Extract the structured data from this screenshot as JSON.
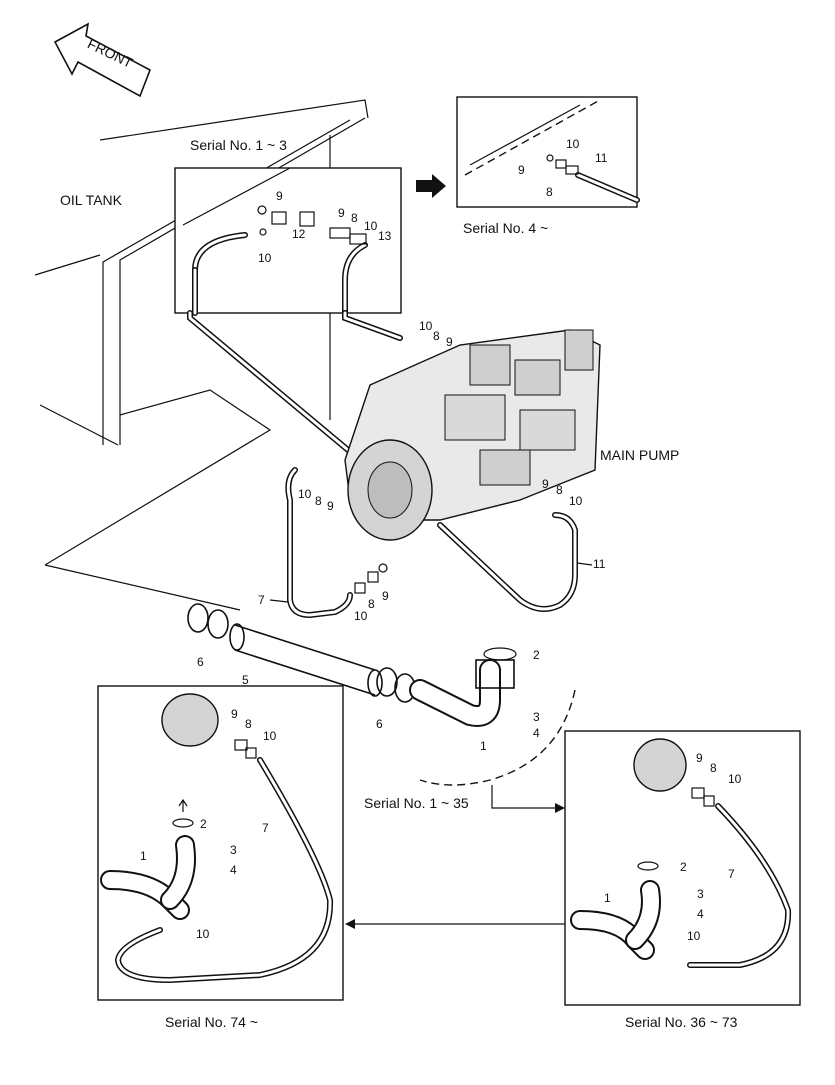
{
  "labels": {
    "front": "FRONT",
    "oil_tank": "OIL TANK",
    "main_pump": "MAIN PUMP",
    "serial_1_3": "Serial No. 1 ~ 3",
    "serial_4": "Serial No. 4 ~",
    "serial_1_35": "Serial No. 1 ~ 35",
    "serial_74": "Serial No. 74 ~",
    "serial_36_73": "Serial No. 36 ~ 73"
  },
  "parts": {
    "p1": "1",
    "p2": "2",
    "p3": "3",
    "p4": "4",
    "p5": "5",
    "p6": "6",
    "p7": "7",
    "p8": "8",
    "p9": "9",
    "p10": "10",
    "p11": "11",
    "p12": "12",
    "p13": "13"
  }
}
